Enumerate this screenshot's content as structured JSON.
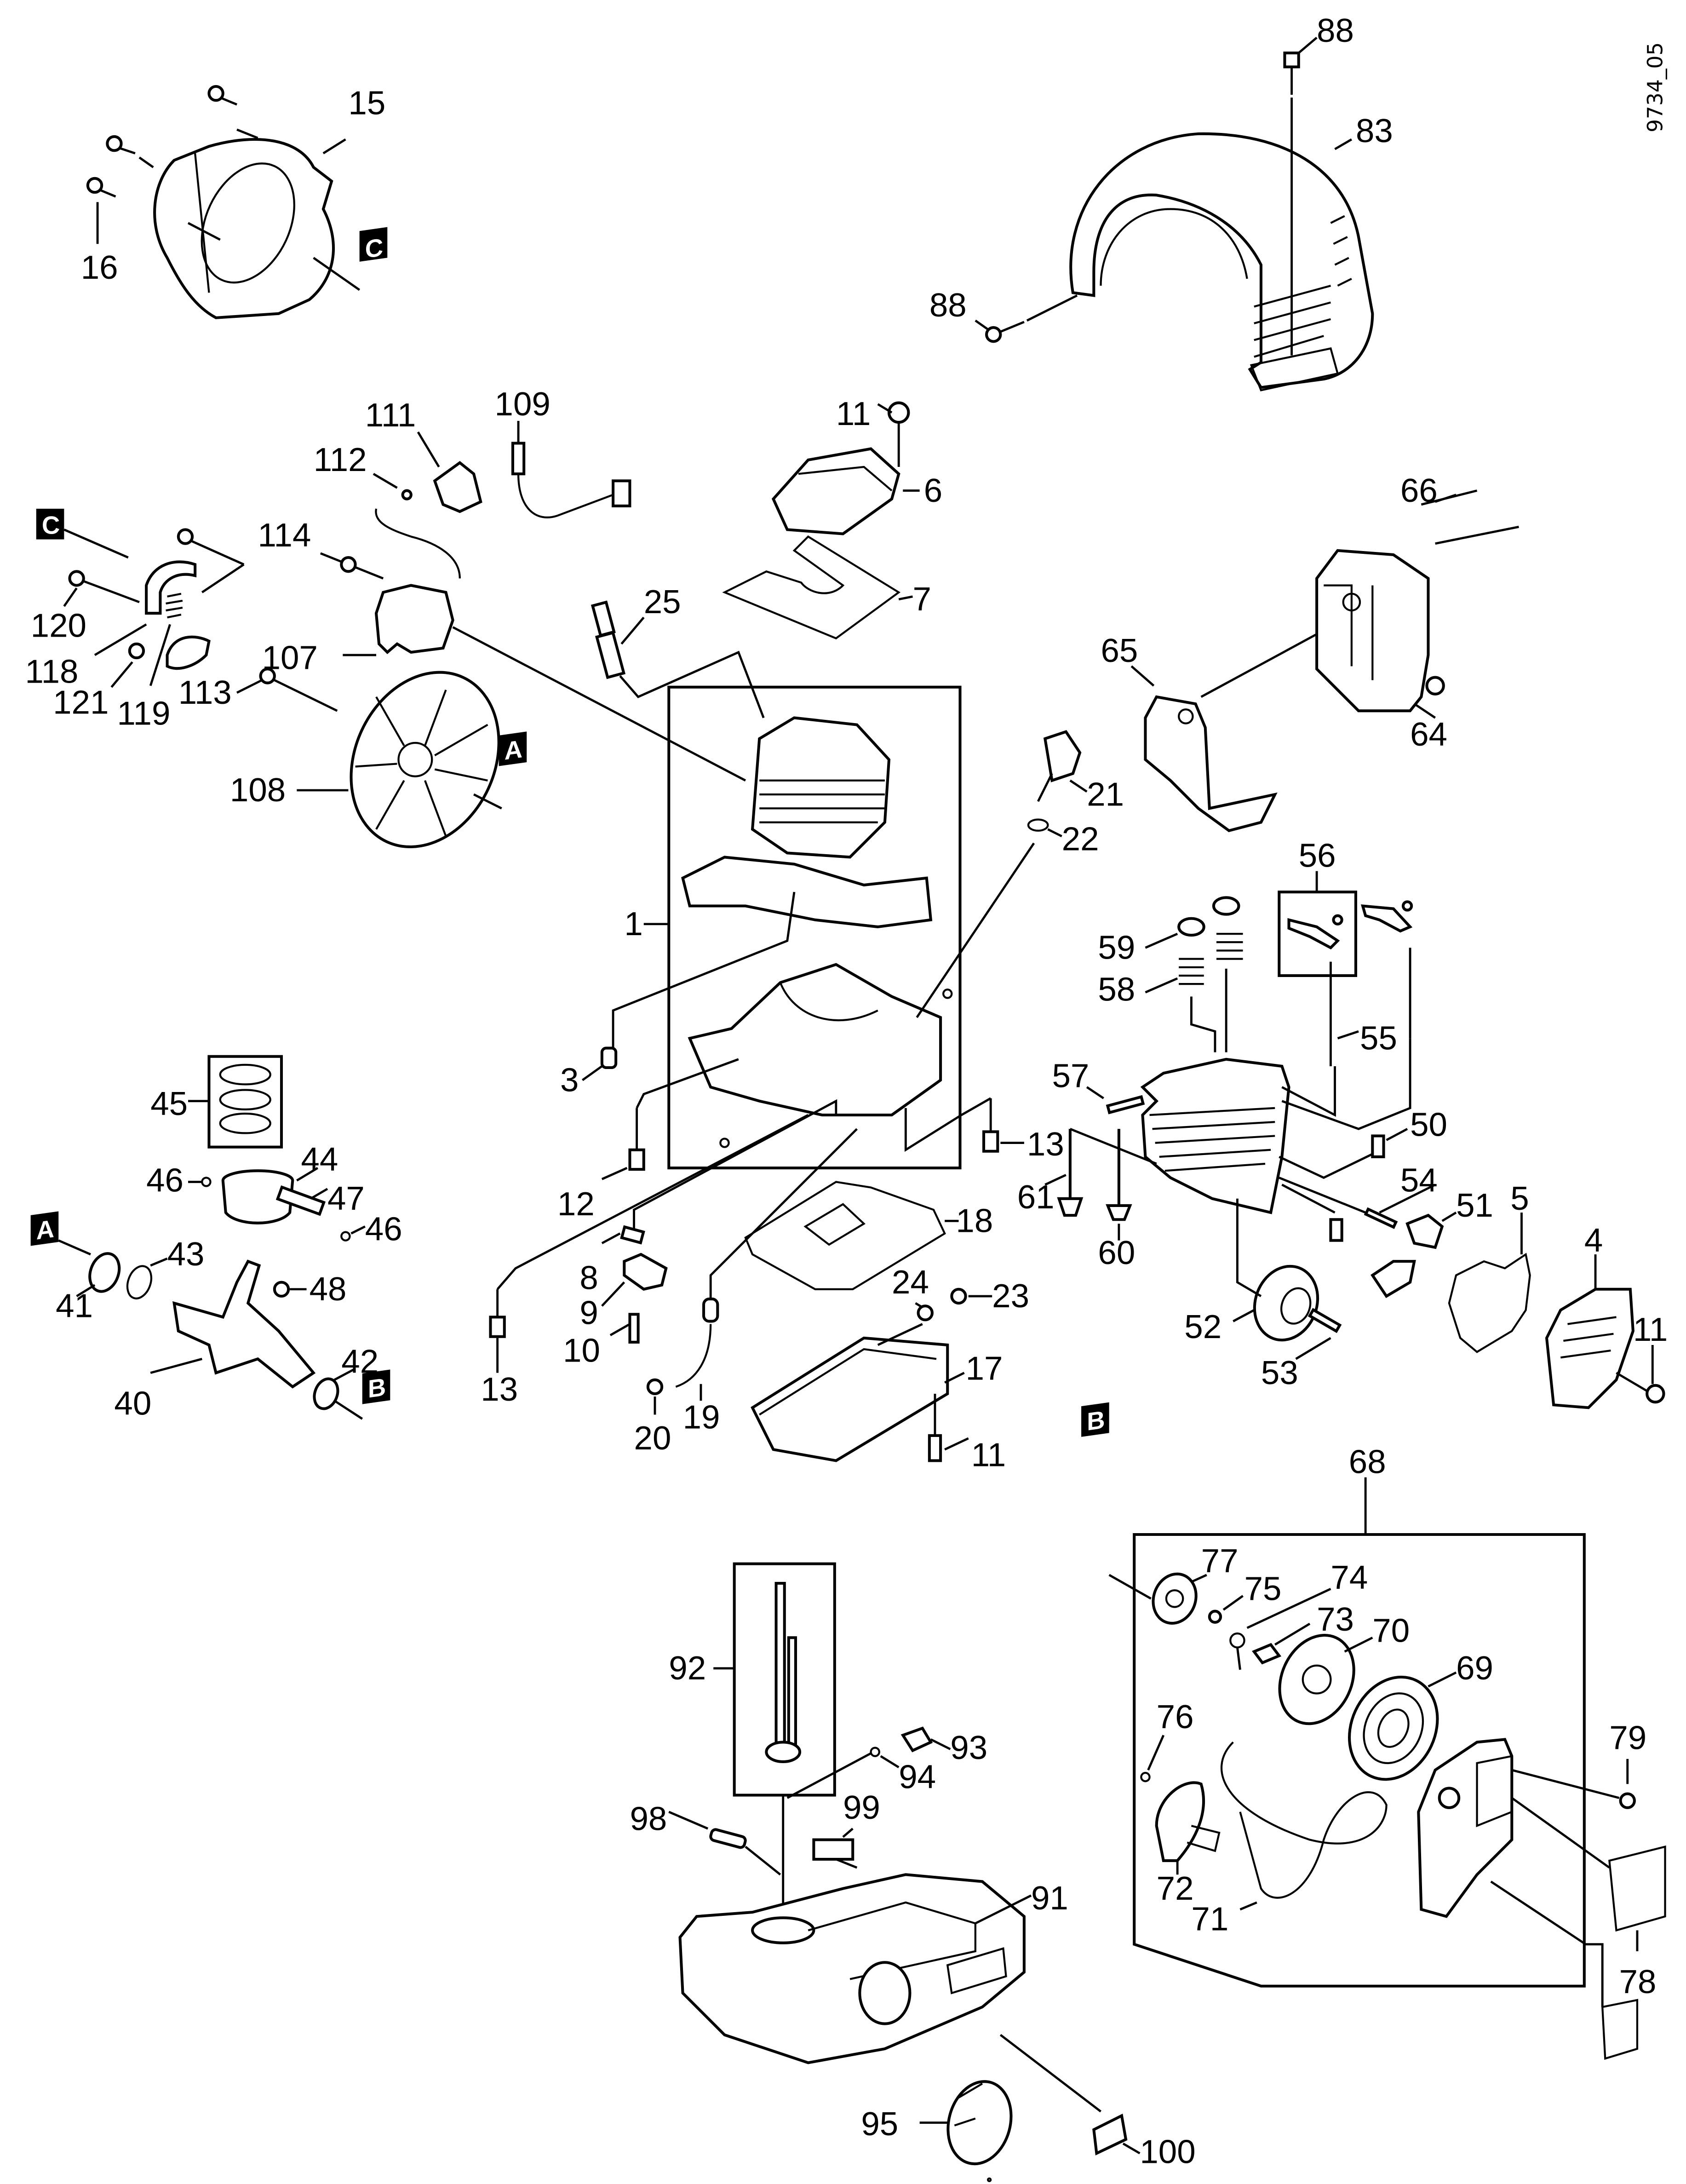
{
  "diagram": {
    "drawing_id": "9734_05",
    "reference_markers": [
      "A",
      "B",
      "C"
    ],
    "labels": {
      "p1": "1",
      "p3": "3",
      "p4": "4",
      "p5": "5",
      "p6": "6",
      "p7": "7",
      "p8": "8",
      "p9": "9",
      "p10": "10",
      "p11a": "11",
      "p11b": "11",
      "p11c": "11",
      "p12": "12",
      "p13a": "13",
      "p13b": "13",
      "p15": "15",
      "p16": "16",
      "p17": "17",
      "p18": "18",
      "p19": "19",
      "p20": "20",
      "p21": "21",
      "p22": "22",
      "p23": "23",
      "p24": "24",
      "p25": "25",
      "p40": "40",
      "p41": "41",
      "p42": "42",
      "p43": "43",
      "p44": "44",
      "p45": "45",
      "p46a": "46",
      "p46b": "46",
      "p47": "47",
      "p48": "48",
      "p50": "50",
      "p51": "51",
      "p52": "52",
      "p53": "53",
      "p54": "54",
      "p55": "55",
      "p56": "56",
      "p57": "57",
      "p58": "58",
      "p59": "59",
      "p60": "60",
      "p61": "61",
      "p64": "64",
      "p65": "65",
      "p66": "66",
      "p68": "68",
      "p69": "69",
      "p70": "70",
      "p71": "71",
      "p72": "72",
      "p73": "73",
      "p74": "74",
      "p75": "75",
      "p76": "76",
      "p77": "77",
      "p78": "78",
      "p79": "79",
      "p83": "83",
      "p88a": "88",
      "p88b": "88",
      "p91": "91",
      "p92": "92",
      "p93": "93",
      "p94": "94",
      "p95": "95",
      "p98": "98",
      "p99": "99",
      "p100": "100",
      "p107": "107",
      "p108": "108",
      "p109": "109",
      "p111": "111",
      "p112": "112",
      "p113": "113",
      "p114": "114",
      "p118": "118",
      "p119": "119",
      "p120": "120",
      "p121": "121"
    }
  }
}
